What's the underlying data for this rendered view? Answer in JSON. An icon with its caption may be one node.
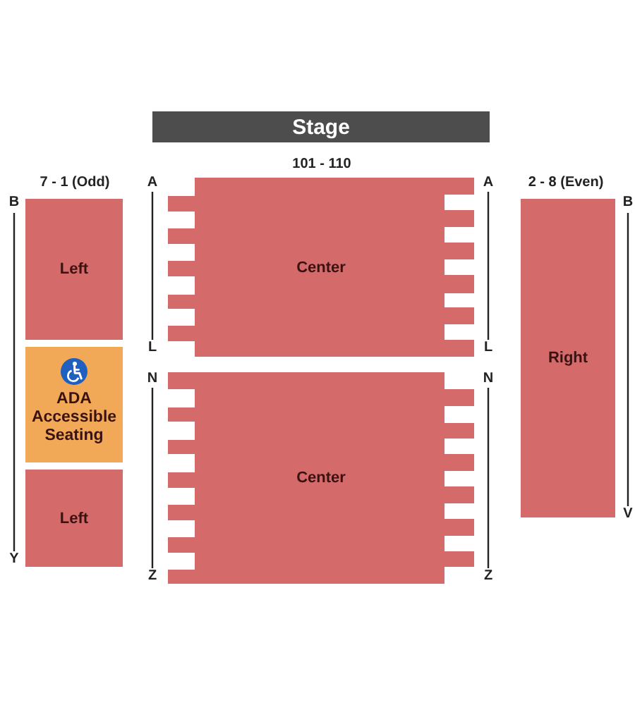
{
  "diagram": {
    "nodes": [
      {
        "text": [
          "Stage"
        ]
      },
      {
        "text": [
          "Left"
        ]
      },
      {
        "text": [
          "Center"
        ]
      },
      {
        "text": [
          "Right"
        ]
      },
      {
        "text": [
          "ADA Accessible Seating"
        ]
      },
      {
        "text": [
          "Center"
        ]
      },
      {
        "text": [
          "Left"
        ]
      }
    ],
    "labels": [
      "101 - 110",
      "7 - 1 (Odd)",
      "A",
      "A",
      "2 - 8 (Even)",
      "B",
      "B",
      "L",
      "L",
      "N",
      "N",
      "V",
      "Y",
      "Z",
      "Z"
    ]
  }
}
